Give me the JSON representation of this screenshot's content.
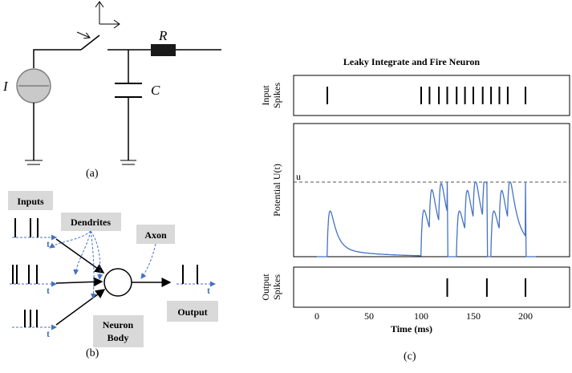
{
  "circuit": {
    "current_label": "I",
    "resistor_label": "R",
    "capacitor_label": "C",
    "caption": "(a)"
  },
  "neuron": {
    "inputs_label": "Inputs",
    "dendrites_label": "Dendrites",
    "axon_label": "Axon",
    "output_label": "Output",
    "body_label_line1": "Neuron",
    "body_label_line2": "Body",
    "time_label": "t",
    "caption": "(b)"
  },
  "lif": {
    "title": "Leaky Integrate and Fire Neuron",
    "input_label_line1": "Input",
    "input_label_line2": "Spikes",
    "potential_label": "Potential U(t)",
    "threshold_label": "u",
    "output_label_line1": "Output",
    "output_label_line2": "Spikes",
    "xlabel": "Time (ms)",
    "caption": "(c)"
  },
  "chart_data": {
    "type": "line",
    "title": "Leaky Integrate and Fire Neuron",
    "xlabel": "Time (ms)",
    "xlim": [
      -20,
      240
    ],
    "x_ticks": [
      0,
      50,
      100,
      150,
      200
    ],
    "x_tick_labels": [
      "0",
      "50",
      "100",
      "150",
      "200"
    ],
    "input_spikes": [
      10,
      100,
      108,
      117,
      125,
      134,
      142,
      150,
      159,
      167,
      175,
      183,
      200
    ],
    "output_spikes": [
      125,
      163,
      200
    ]
  }
}
